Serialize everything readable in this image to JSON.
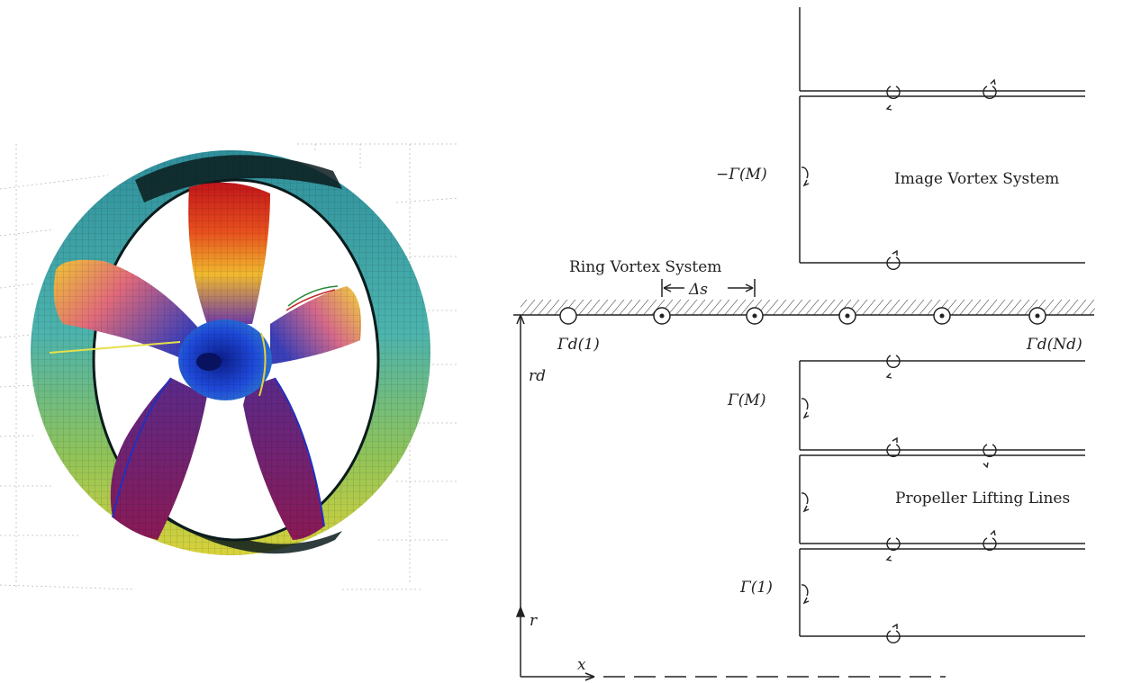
{
  "labels": {
    "image_vortex_system": "Image Vortex System",
    "ring_vortex_system": "Ring Vortex System",
    "propeller_lifting_lines": "Propeller Lifting Lines",
    "delta_s": "Δs",
    "neg_gamma_m": "−Γ(M)",
    "gamma_d_1": "Γd(1)",
    "gamma_d_nd": "Γd(Nd)",
    "r_d": "rd",
    "gamma_m": "Γ(M)",
    "gamma_1": "Γ(1)",
    "r": "r",
    "x": "x"
  },
  "colors": {
    "duct": "#3fa7a9",
    "duct_dark": "#0b1b1c",
    "hub": "#1b3fc8",
    "blade_tip": "#d9231c",
    "blade_mid": "#e9c431",
    "blade_root": "#3a2f9e",
    "ink": "#222222"
  }
}
